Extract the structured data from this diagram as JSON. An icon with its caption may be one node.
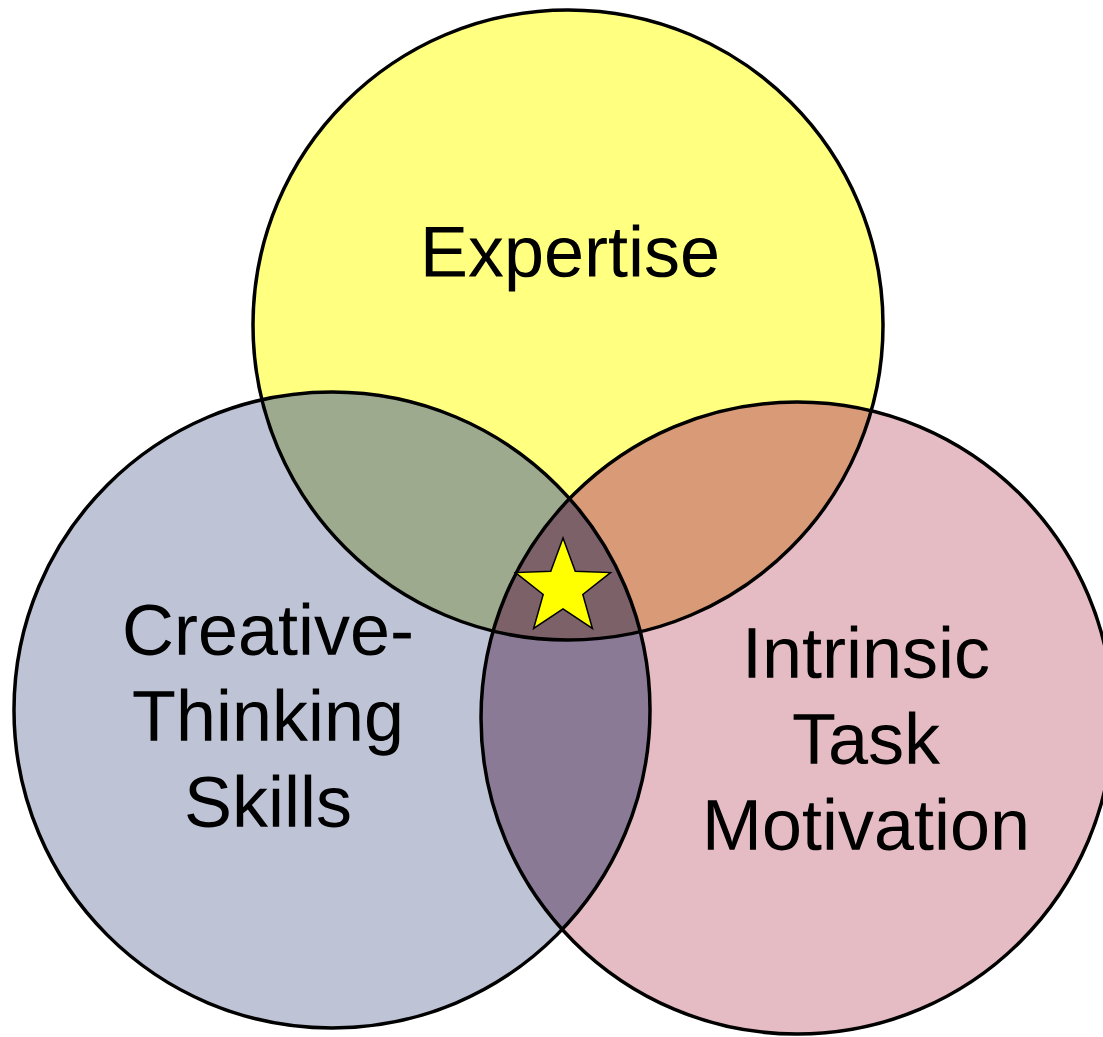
{
  "diagram": {
    "nodes": [
      {
        "text": [
          "Expertise"
        ]
      },
      {
        "text": [
          "Creative- Thinking Skills"
        ]
      },
      {
        "text": [
          "Intrinsic Task Motivation"
        ]
      }
    ]
  }
}
